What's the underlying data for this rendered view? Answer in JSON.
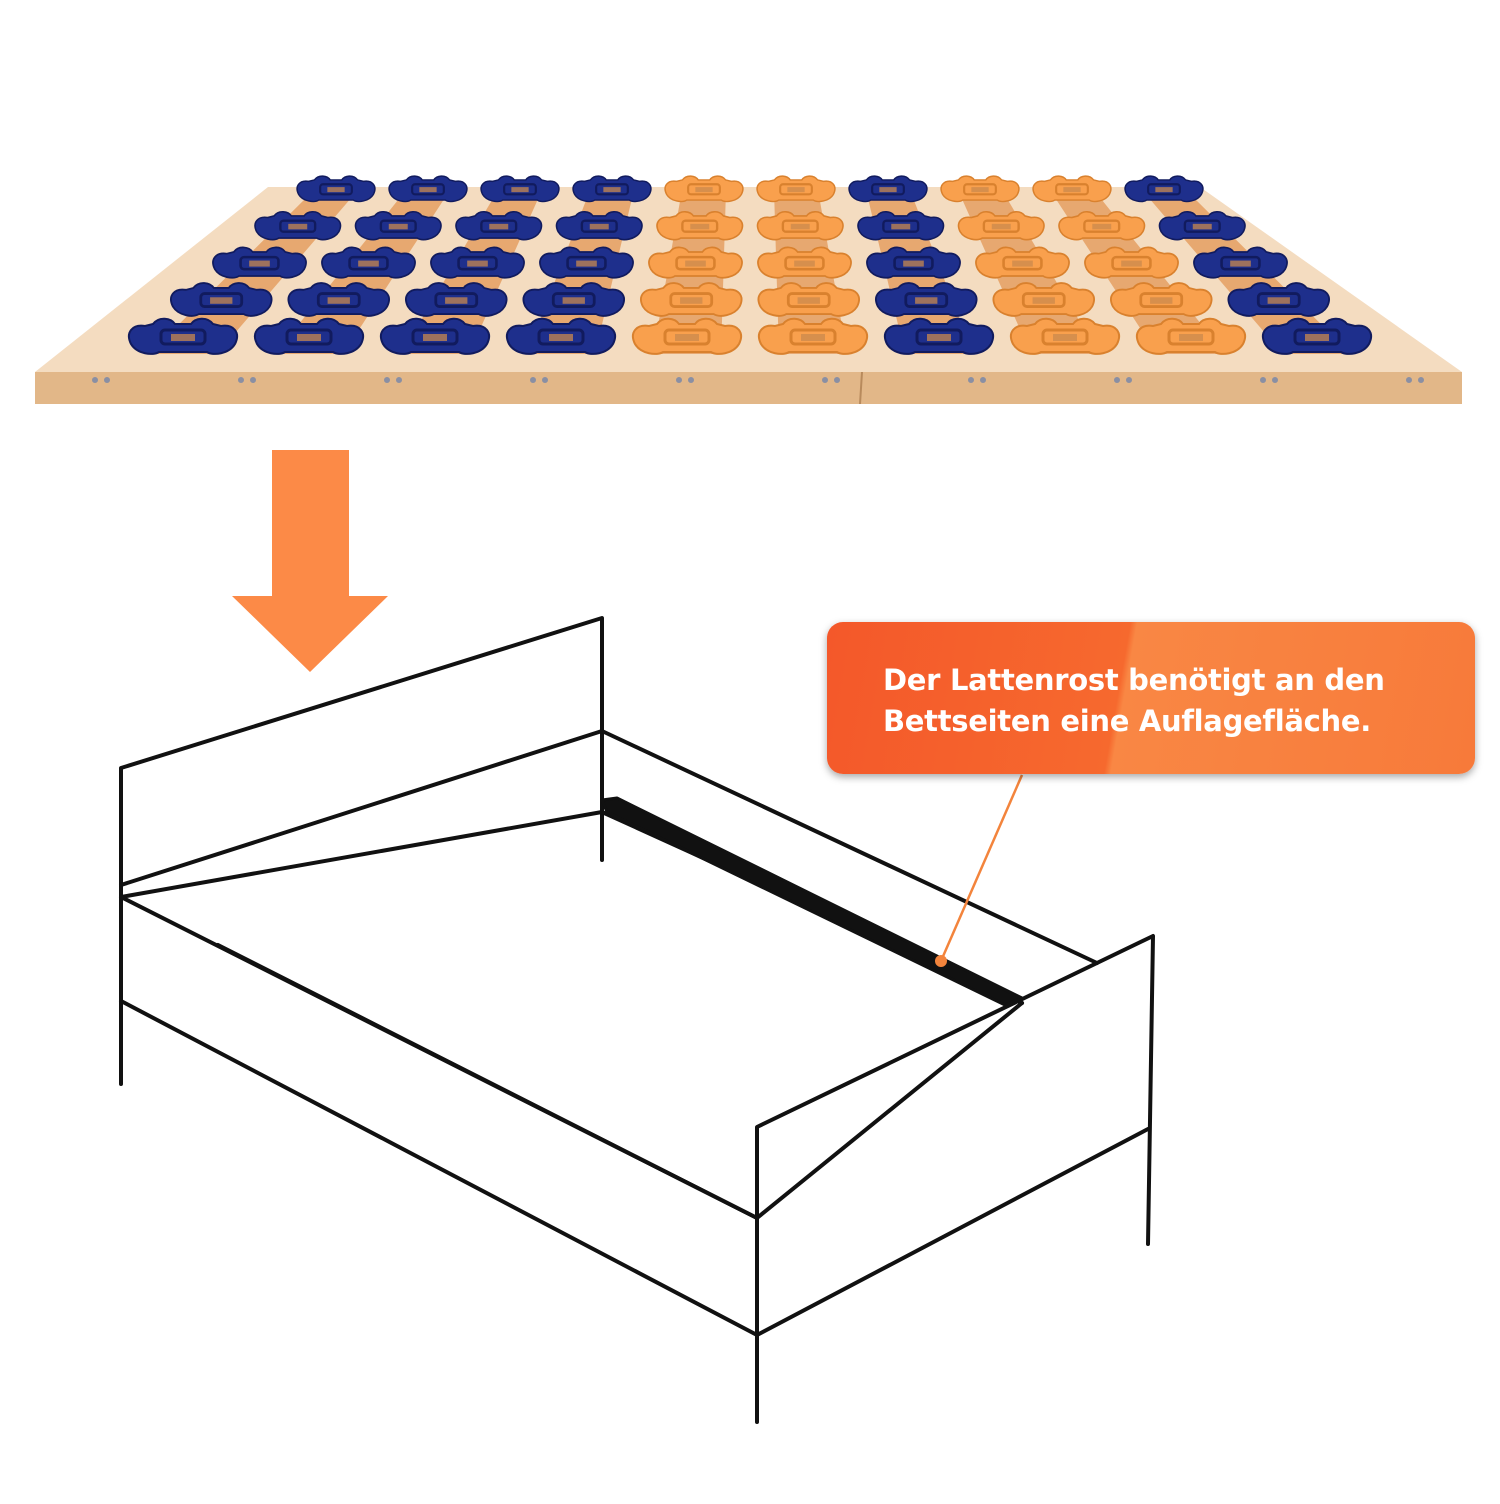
{
  "callout": {
    "line1": "Der Lattenrost benötigt an den",
    "line2": "Bettseiten eine Auflagefläche."
  },
  "colors": {
    "arrow": "#fc8a47",
    "callout": "#f6652d",
    "module_blue": "#1e2f8c",
    "module_orange": "#f9a04d",
    "wood_frame": "#f0cfa4",
    "line": "#111111"
  },
  "slatted_frame": {
    "columns": 10,
    "rows": 5,
    "column_colors": [
      "blue",
      "blue",
      "blue",
      "blue",
      "orange",
      "orange",
      "blue",
      "orange",
      "orange",
      "blue"
    ]
  },
  "icons": {
    "arrow": "arrow-down-icon",
    "bed": "bed-frame-drawing"
  }
}
